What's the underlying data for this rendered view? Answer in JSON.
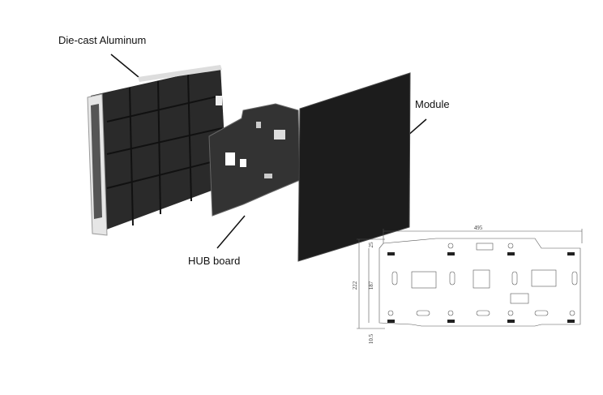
{
  "labels": {
    "die_cast": "Die-cast Aluminum",
    "module": "Module",
    "hub_board": "HUB board"
  },
  "drawing": {
    "width": "495",
    "top_offset": "25",
    "total_height": "222",
    "inner_height": "187",
    "bottom_offset": "10.5"
  }
}
